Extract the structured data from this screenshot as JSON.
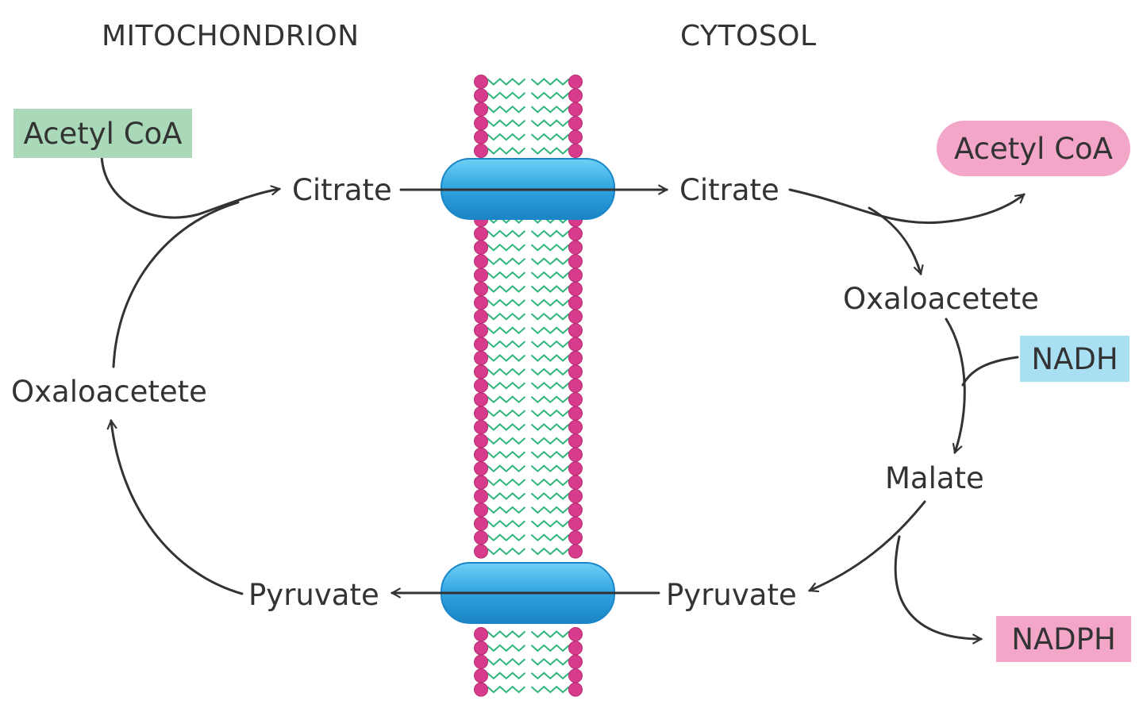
{
  "regions": {
    "left": "MITOCHONDRION",
    "right": "CYTOSOL"
  },
  "mitochondrion": {
    "acetyl_coa": "Acetyl CoA",
    "citrate": "Citrate",
    "oxaloacetete": "Oxaloacetete",
    "pyruvate": "Pyruvate"
  },
  "cytosol": {
    "citrate": "Citrate",
    "acetyl_coa": "Acetyl CoA",
    "oxaloacetete": "Oxaloacetete",
    "nadh": "NADH",
    "malate": "Malate",
    "nadph": "NADPH",
    "pyruvate": "Pyruvate"
  },
  "colors": {
    "acetyl_coa_mito_box": "#a9d9b8",
    "acetyl_coa_cyto_box": "#f3a6c8",
    "nadh_box": "#a8dff3",
    "nadph_box": "#f3a6c8",
    "lipid_head": "#d63c8b",
    "lipid_tail": "#2fb57b",
    "transporter": "#2fa3df",
    "arrow": "#333333"
  }
}
